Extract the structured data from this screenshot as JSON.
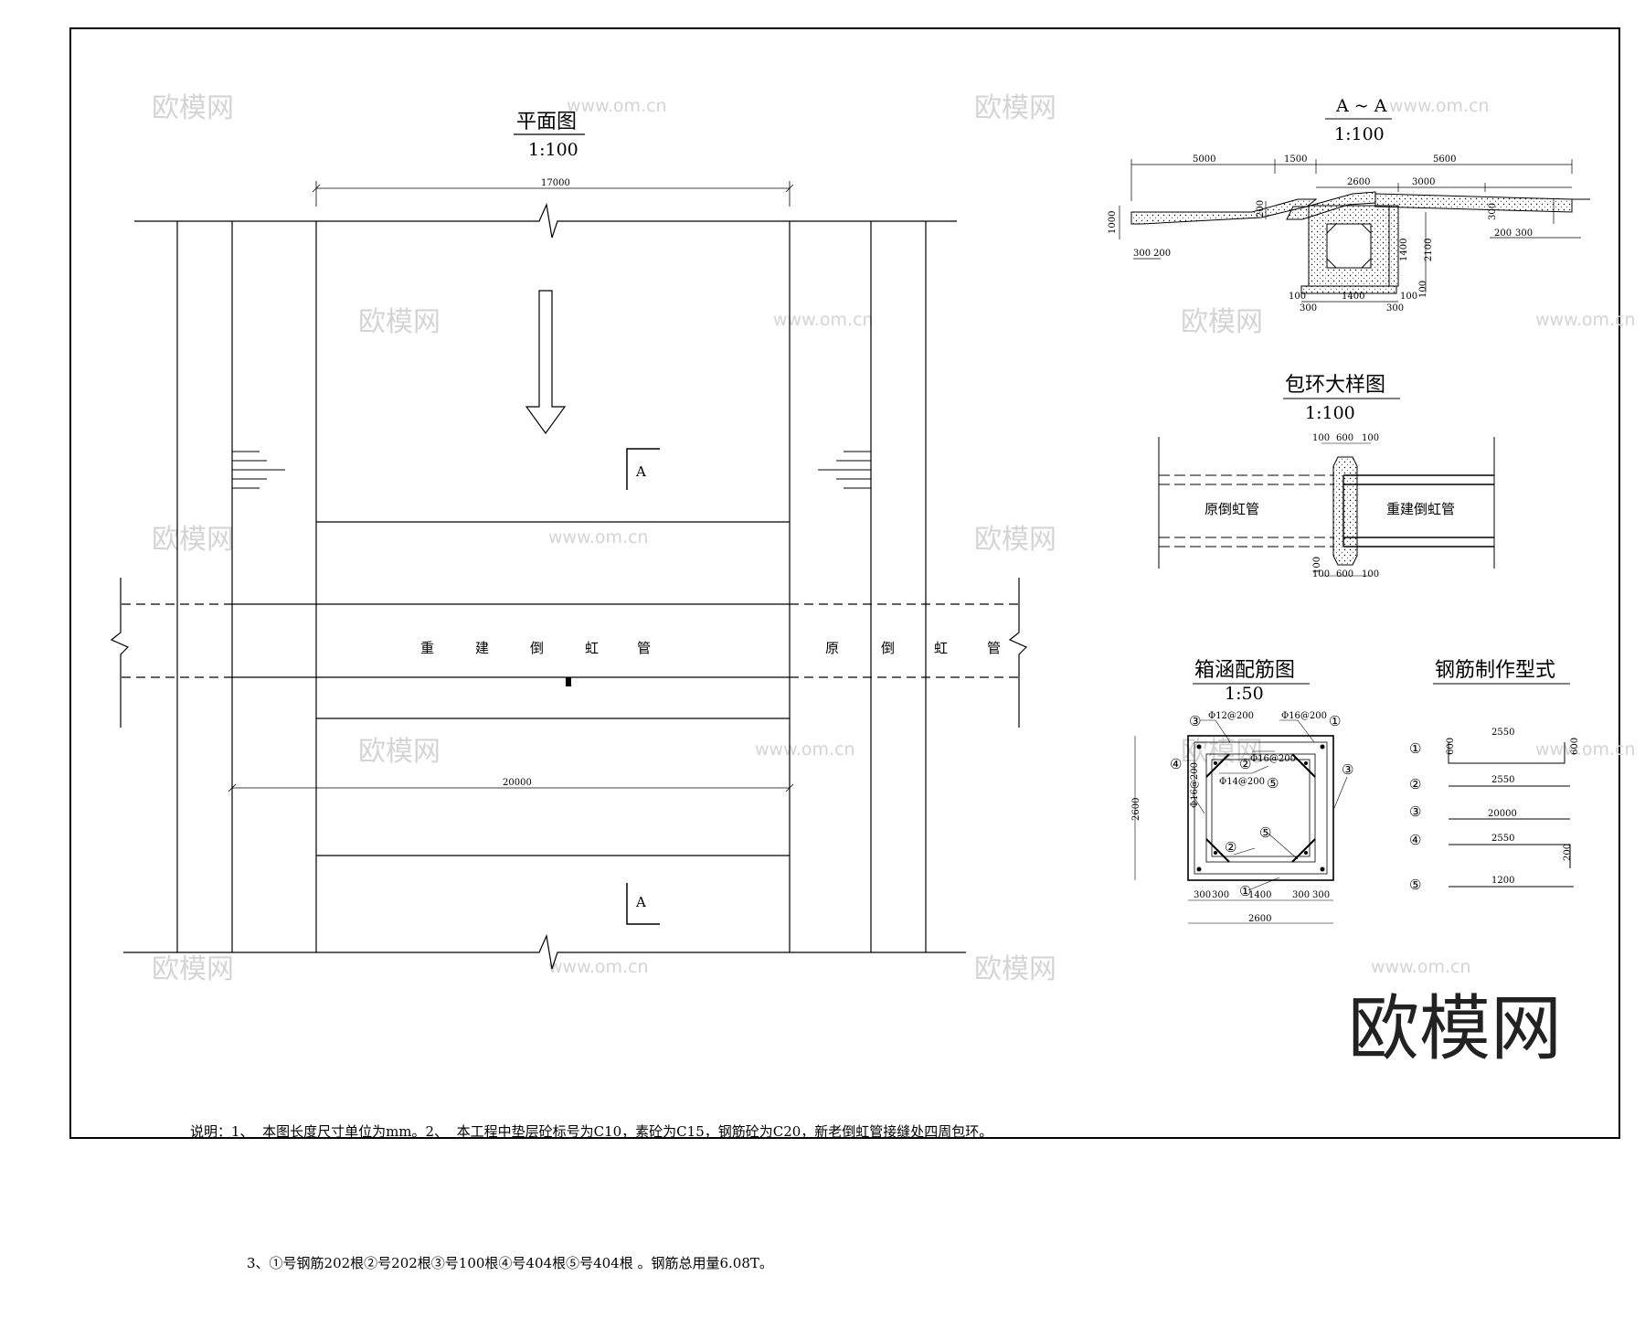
{
  "plan": {
    "title": "平面图",
    "scale": "1:100",
    "dim_top": "17000",
    "dim_mid": "20000",
    "section_mark_top": "A",
    "section_mark_bottom": "A",
    "pipe_new_chars": [
      "重",
      "建",
      "倒",
      "虹",
      "管"
    ],
    "pipe_old_chars": [
      "原",
      "倒",
      "虹",
      "管"
    ]
  },
  "section_aa": {
    "title": "A ~ A",
    "scale": "1:100",
    "dims": {
      "d5000": "5000",
      "d1500": "1500",
      "d5600": "5600",
      "d2600": "2600",
      "d3000": "3000",
      "d300": "300",
      "d200": "200",
      "d100": "100",
      "d1400": "1400",
      "d2100": "2100",
      "d1000": "1000"
    }
  },
  "wrap_detail": {
    "title": "包环大样图",
    "scale": "1:100",
    "dims": {
      "d100": "100",
      "d600": "600"
    },
    "label_old": "原倒虹管",
    "label_new": "重建倒虹管"
  },
  "rebar_detail": {
    "title": "箱涵配筋图",
    "scale": "1:50",
    "callouts": {
      "c1": "Φ16@200",
      "c2": "Φ12@200",
      "c3": "Φ16@200",
      "c4": "Φ14@200",
      "c5": "Φ16@200"
    },
    "circles": [
      "①",
      "②",
      "③",
      "④",
      "⑤"
    ],
    "dims": {
      "d300": "300",
      "d1400": "1400",
      "d2600": "2600",
      "d200": "200"
    }
  },
  "rebar_shapes": {
    "title": "钢筋制作型式",
    "items": [
      {
        "no": "①",
        "length": "2550",
        "leg": "600"
      },
      {
        "no": "②",
        "length": "2550"
      },
      {
        "no": "③",
        "length": "20000"
      },
      {
        "no": "④",
        "length": "2550",
        "leg": "200"
      },
      {
        "no": "⑤",
        "length": "1200"
      }
    ]
  },
  "notes": {
    "line1": "说明：1、  本图长度尺寸单位为mm。2、  本工程中垫层砼标号为C10，素砼为C15，钢筋砼为C20，新老倒虹管接缝处四周包环。",
    "line2": "3、①号钢筋202根②号202根③号100根④号404根⑤号404根 。钢筋总用量6.08T。"
  },
  "watermark": {
    "logo_text": "欧模网",
    "url_text": "www.om.cn",
    "brand": "欧模网"
  }
}
